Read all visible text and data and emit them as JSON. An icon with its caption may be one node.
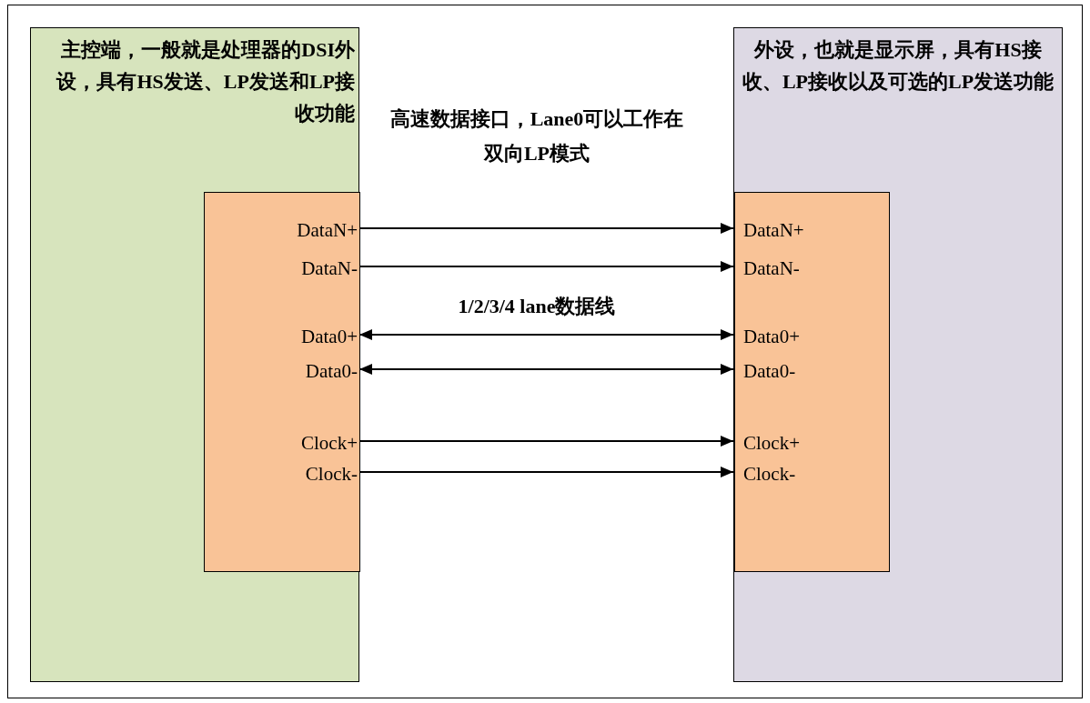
{
  "diagram": {
    "nodes": [
      {
        "text": [
          "主控端，一般就是处理器的DSI外设，具有HS发送、LP发送和LP接收功能"
        ]
      },
      {
        "text": [],
        "shape": "box",
        "in": 0
      },
      {
        "text": [
          "DataN+"
        ],
        "in": 1
      },
      {
        "text": [
          "DataN-"
        ],
        "in": 1
      },
      {
        "text": [
          "Data0+"
        ],
        "in": 1
      },
      {
        "text": [
          "Data0-"
        ],
        "in": 1
      },
      {
        "text": [
          "Clock+"
        ],
        "in": 1
      },
      {
        "text": [
          "Clock-"
        ],
        "in": 1
      },
      {
        "text": [
          "外设，也就是显示屏，具有HS接收、LP接收以及可选的LP发送功能"
        ]
      },
      {
        "text": [],
        "shape": "box",
        "in": 8
      },
      {
        "text": [
          "DataN+"
        ],
        "in": 9
      },
      {
        "text": [
          "DataN-"
        ],
        "in": 9
      },
      {
        "text": [
          "Data0+"
        ],
        "in": 9
      },
      {
        "text": [
          "Data0-"
        ],
        "in": 9
      },
      {
        "text": [
          "Clock+"
        ],
        "in": 9
      },
      {
        "text": [
          "Clock-"
        ],
        "in": 9
      }
    ],
    "edges": [
      {
        "from": 2,
        "to": 10,
        "arrow": "to"
      },
      {
        "from": 3,
        "to": 11,
        "arrow": "to"
      },
      {
        "from": 4,
        "to": 12,
        "arrow": "both"
      },
      {
        "from": 5,
        "to": 13,
        "arrow": "both"
      },
      {
        "from": 6,
        "to": 14,
        "arrow": "to"
      },
      {
        "from": 7,
        "to": 15,
        "arrow": "to"
      }
    ],
    "labels": [
      "高速数据接口，Lane0可以工作在双向LP模式",
      "1/2/3/4 lane数据线"
    ]
  }
}
